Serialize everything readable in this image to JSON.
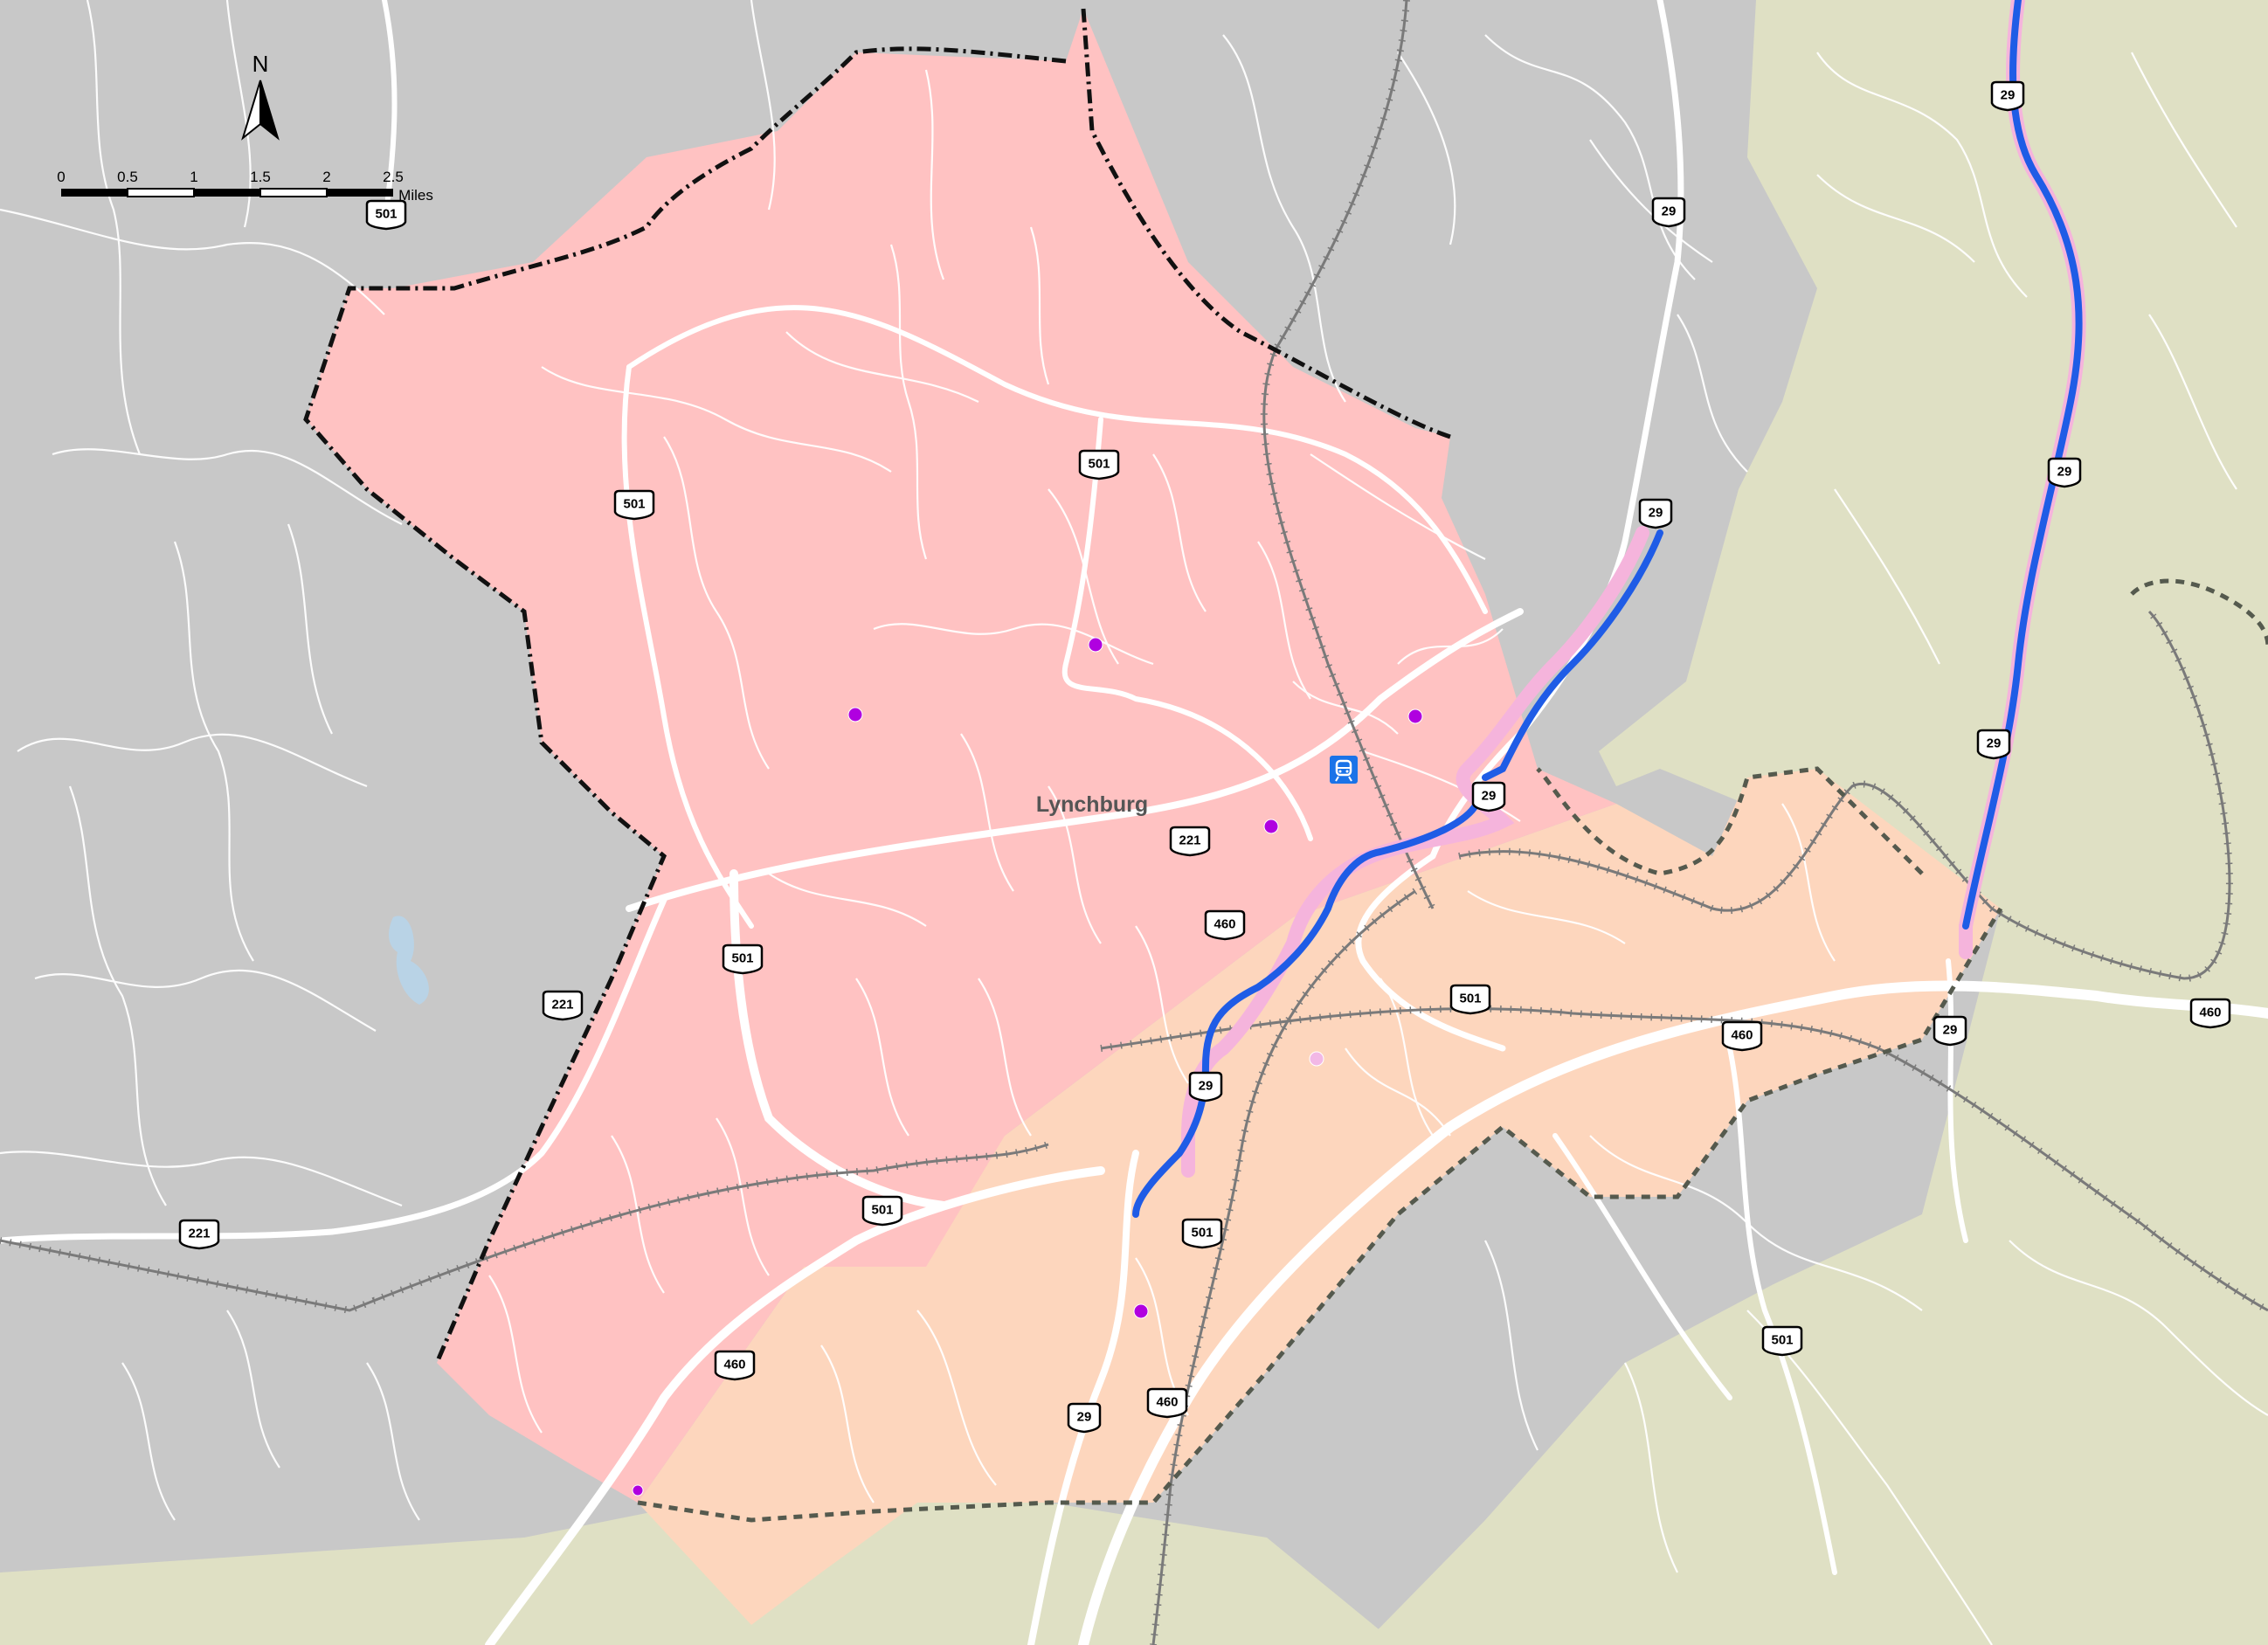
{
  "map": {
    "place_label": "Lynchburg",
    "scale_bar": {
      "ticks": [
        "0",
        "0.5",
        "1",
        "1.5",
        "2",
        "2.5"
      ],
      "unit": "Miles"
    },
    "north_label": "N",
    "shields": [
      {
        "route": "29",
        "type": "us"
      },
      {
        "route": "29",
        "type": "us"
      },
      {
        "route": "29",
        "type": "us"
      },
      {
        "route": "29",
        "type": "us"
      },
      {
        "route": "29",
        "type": "us"
      },
      {
        "route": "29",
        "type": "us"
      },
      {
        "route": "29",
        "type": "us"
      },
      {
        "route": "29",
        "type": "us"
      },
      {
        "route": "29",
        "type": "us"
      },
      {
        "route": "501",
        "type": "us"
      },
      {
        "route": "501",
        "type": "us"
      },
      {
        "route": "501",
        "type": "us"
      },
      {
        "route": "501",
        "type": "us"
      },
      {
        "route": "501",
        "type": "us"
      },
      {
        "route": "501",
        "type": "us"
      },
      {
        "route": "501",
        "type": "us"
      },
      {
        "route": "501",
        "type": "us"
      },
      {
        "route": "221",
        "type": "us"
      },
      {
        "route": "221",
        "type": "us"
      },
      {
        "route": "221",
        "type": "us"
      },
      {
        "route": "460",
        "type": "us"
      },
      {
        "route": "460",
        "type": "us"
      },
      {
        "route": "460",
        "type": "us"
      },
      {
        "route": "460",
        "type": "us"
      },
      {
        "route": "460",
        "type": "us"
      }
    ],
    "colors": {
      "background": "#c8c8c8",
      "city_area": "#ffc2c2",
      "southeast_area": "#fdd6bd",
      "rural_area": "#dfe0c4",
      "roads": "#ffffff",
      "transit_line": "#1f5ce6",
      "transit_halo": "#f5b4dc",
      "point_markers": "#b000e0",
      "boundary": "#111111",
      "water": "#b9d3e6"
    },
    "icons": [
      "north-arrow-icon",
      "train-station-icon",
      "us-route-shield-icon"
    ]
  }
}
